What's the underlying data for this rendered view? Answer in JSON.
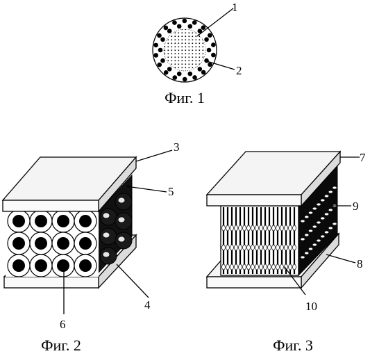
{
  "figures": [
    {
      "caption": "Фиг. 1",
      "labels": [
        "1",
        "2"
      ]
    },
    {
      "caption": "Фиг. 2",
      "labels": [
        "3",
        "4",
        "5",
        "6"
      ]
    },
    {
      "caption": "Фиг. 3",
      "labels": [
        "7",
        "8",
        "9",
        "10"
      ]
    }
  ],
  "colors": {
    "ink": "#000000",
    "paper": "#ffffff",
    "plate": "#f2f2f2"
  }
}
